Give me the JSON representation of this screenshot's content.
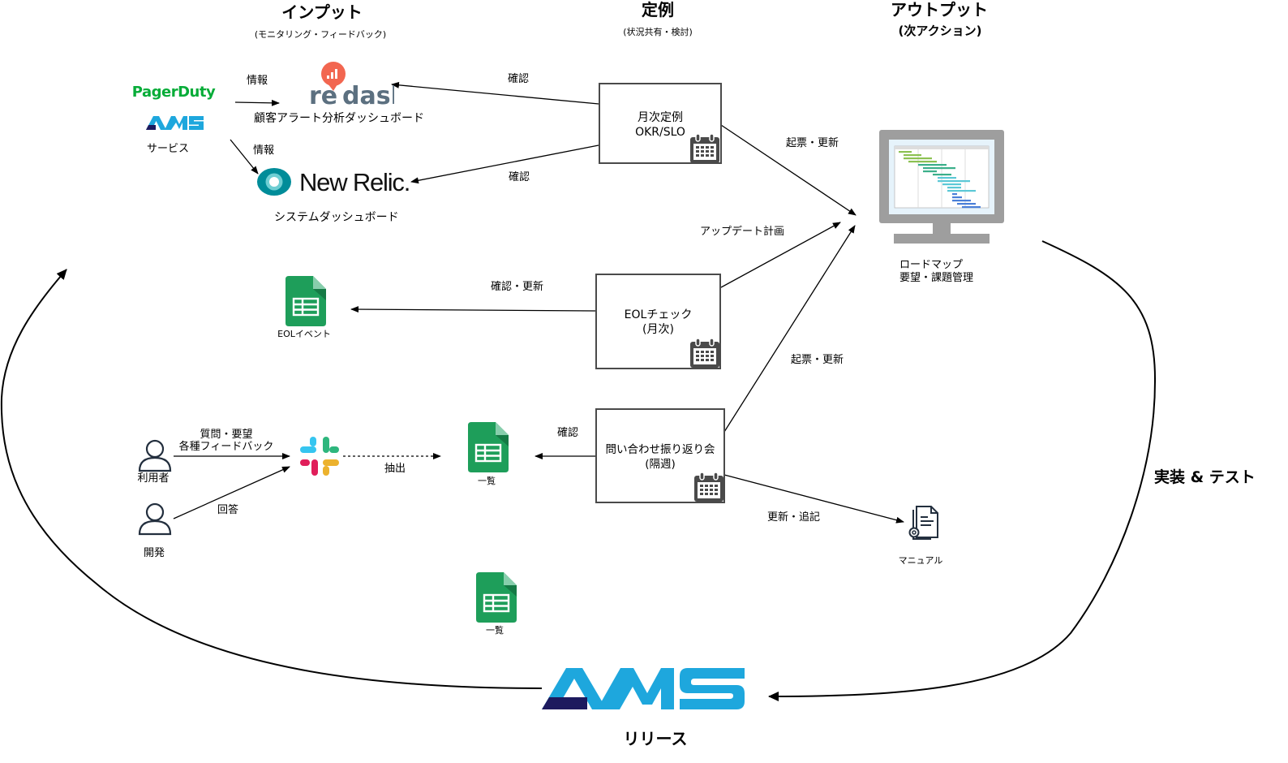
{
  "sections": {
    "input": {
      "title": "インプット",
      "subtitle": "(モニタリング・フィードバック)"
    },
    "meeting": {
      "title": "定例",
      "subtitle": "(状況共有・検討)"
    },
    "output": {
      "title": "アウトプット",
      "subtitle": "(次アクション)"
    }
  },
  "services": {
    "pagerduty": "PagerDuty",
    "ams_small": "AMS",
    "label": "サービス"
  },
  "tools": {
    "redash": {
      "logo": "redash",
      "label": "顧客アラート分析ダッシュボード"
    },
    "newrelic": {
      "logo": "New Relic",
      "label": "システムダッシュボード"
    },
    "eol_sheet": {
      "label": "EOLイベント"
    },
    "list_sheet": {
      "label": "一覧"
    },
    "list_sheet2": {
      "label": "一覧"
    },
    "slack": {
      "label": "Slack"
    },
    "manual": {
      "label": "マニュアル"
    },
    "roadmap": {
      "label_line1": "ロードマップ",
      "label_line2": "要望・課題管理"
    }
  },
  "meetings": [
    {
      "id": "monthly",
      "label": "月次定例\nOKR/SLO"
    },
    {
      "id": "eol",
      "label": "EOLチェック\n(月次)"
    },
    {
      "id": "inquiry",
      "label": "問い合わせ振り返り会\n(隔週)"
    }
  ],
  "people": {
    "user": "利用者",
    "dev": "開発"
  },
  "edge_labels": {
    "info1": "情報",
    "info2": "情報",
    "confirm_redash": "確認",
    "confirm_newrelic": "確認",
    "ticket_update1": "起票・更新",
    "update_plan": "アップデート計画",
    "confirm_update_eol": "確認・更新",
    "ticket_update2": "起票・更新",
    "confirm_list": "確認",
    "feedback_line1": "質問・要望",
    "feedback_line2": "各種フィードバック",
    "answer": "回答",
    "extract": "抽出",
    "update_append": "更新・追記"
  },
  "cycle": {
    "release_logo": "AMS",
    "release": "リリース",
    "implement_test": "実装 & テスト"
  },
  "colors": {
    "pagerduty_green": "#06AC38",
    "ams_blue": "#1EA7DD",
    "ams_navy": "#1D1A5E",
    "redash_red": "#F26650",
    "redash_gray": "#5C7080",
    "newrelic_teal": "#008C99",
    "sheets_green": "#1E9E5A",
    "box_border": "#4A4A4A",
    "icon_dark": "#232F3E"
  }
}
